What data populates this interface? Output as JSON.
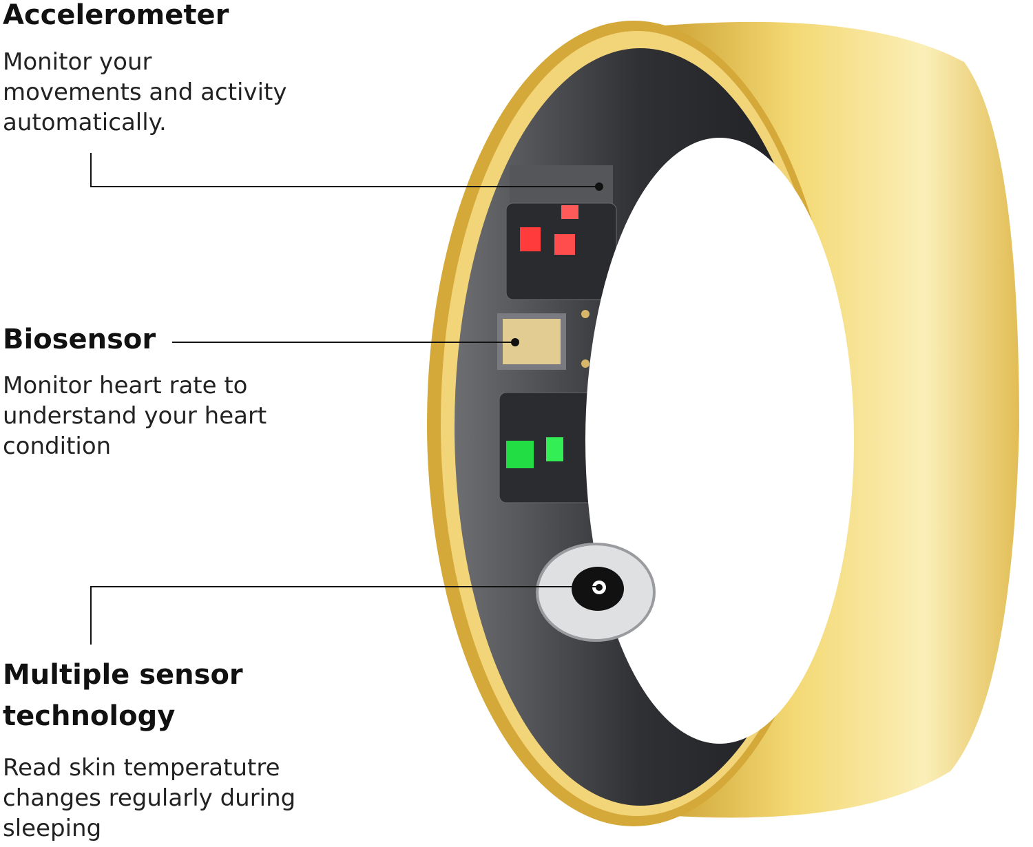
{
  "features": [
    {
      "title": "Accelerometer",
      "body": [
        "Monitor your",
        "movements and activity",
        "automatically."
      ]
    },
    {
      "title": "Biosensor",
      "body": [
        "Monitor heart rate to",
        "understand your heart",
        "condition"
      ]
    },
    {
      "title": [
        "Multiple sensor",
        "technology"
      ],
      "body": [
        "Read skin temperatutre",
        "changes regularly during",
        "sleeping"
      ]
    }
  ],
  "colors": {
    "gold": "#e8c24a",
    "gold_light": "#f7e6a0",
    "inner": "#3a3b3e",
    "red_led": "#ff3b3b",
    "green_led": "#22dd44"
  }
}
